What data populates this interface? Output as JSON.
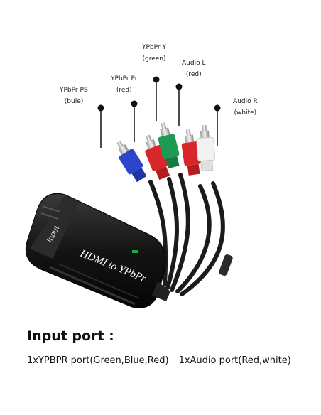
{
  "labels": {
    "pb": {
      "name": "YPbPr PB",
      "color": "(bule)"
    },
    "pr": {
      "name": "YPbPr Pr",
      "color": "(red)"
    },
    "y": {
      "name": "YPbPr Y",
      "color": "(green)"
    },
    "audioL": {
      "name": "Audio L",
      "color": "(red)"
    },
    "audioR": {
      "name": "Audio R",
      "color": "(white)"
    }
  },
  "device": {
    "brand_text": "HDMI to YPbPr",
    "input_text": "Input"
  },
  "plug_colors": {
    "blue": "#2d45c8",
    "red": "#d9262b",
    "green": "#1e9a55",
    "white": "#f2f2f2",
    "cable": "#1b1b1b"
  },
  "section": {
    "heading": "Input port :",
    "ypbpr_port": "1xYPBPR port(Green,Blue,Red)",
    "audio_port": "1xAudio port(Red,white)"
  }
}
